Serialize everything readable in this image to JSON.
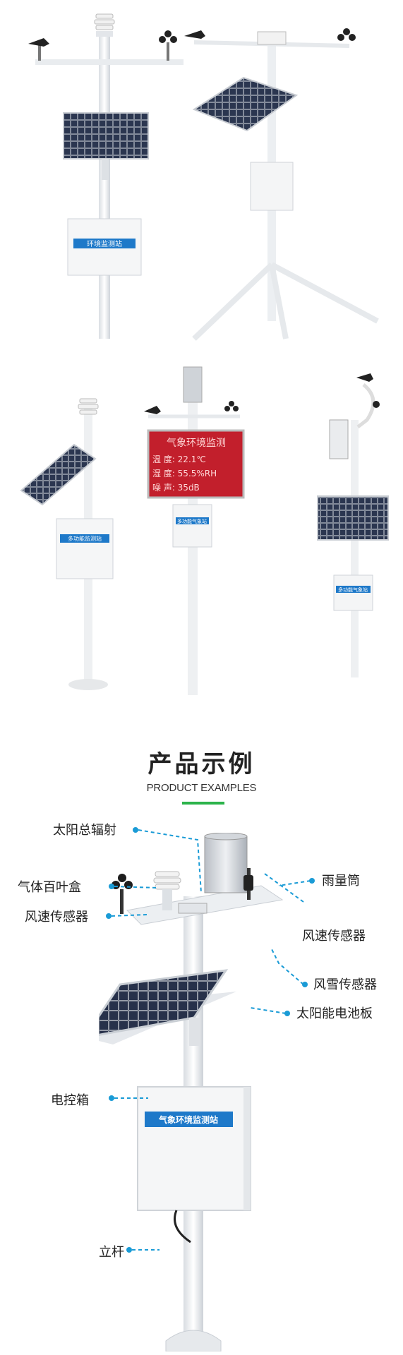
{
  "section": {
    "title": "产品示例",
    "subtitle": "PRODUCT EXAMPLES"
  },
  "product_labels": {
    "station_box_top_left": "环境监测站",
    "box_small_1": "多功能监测站",
    "box_small_2": "多功能气象站",
    "box_small_3": "多功能气象站",
    "main_box": "气象环境监测站"
  },
  "led_display": {
    "header": "气象环境监测",
    "row1": "温  度: 22.1℃",
    "row2": "湿  度: 55.5%RH",
    "row3": "噪  声: 35dB"
  },
  "callouts": {
    "solar_radiation": "太阳总辐射",
    "louver_box": "气体百叶盒",
    "wind_speed_left": "风速传感器",
    "rain_gauge": "雨量筒",
    "wind_speed_right": "风速传感器",
    "wind_snow": "风雪传感器",
    "solar_panel": "太阳能电池板",
    "control_box": "电控箱",
    "pole": "立杆"
  },
  "colors": {
    "accent_green": "#2bb34a",
    "callout_blue": "#1a9bd6",
    "led_red": "#c21f2c",
    "solar_panel": "#1b2230",
    "pole_white": "#f3f4f6"
  }
}
